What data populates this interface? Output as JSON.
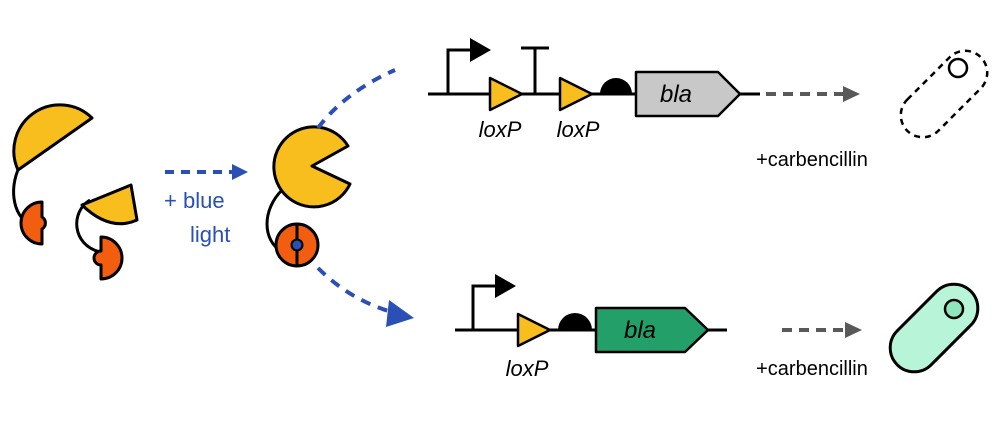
{
  "step": {
    "line1": "+ blue",
    "line2": "light"
  },
  "top_construct": {
    "site_labels": [
      "loxP",
      "loxP"
    ],
    "gene": "bla",
    "treatment": "+carbencillin"
  },
  "bottom_construct": {
    "site_labels": [
      "loxP"
    ],
    "gene": "bla",
    "treatment": "+carbencillin"
  },
  "colors": {
    "cre_yellow": "#F7BE1E",
    "vvd_orange": "#F25D0F",
    "blue_arrow": "#2A4FB5",
    "gray_arrow": "#595959",
    "bla_inactive": "#C8C8C8",
    "bla_active": "#23A06A",
    "cell_alive": "#B8F5D8"
  }
}
